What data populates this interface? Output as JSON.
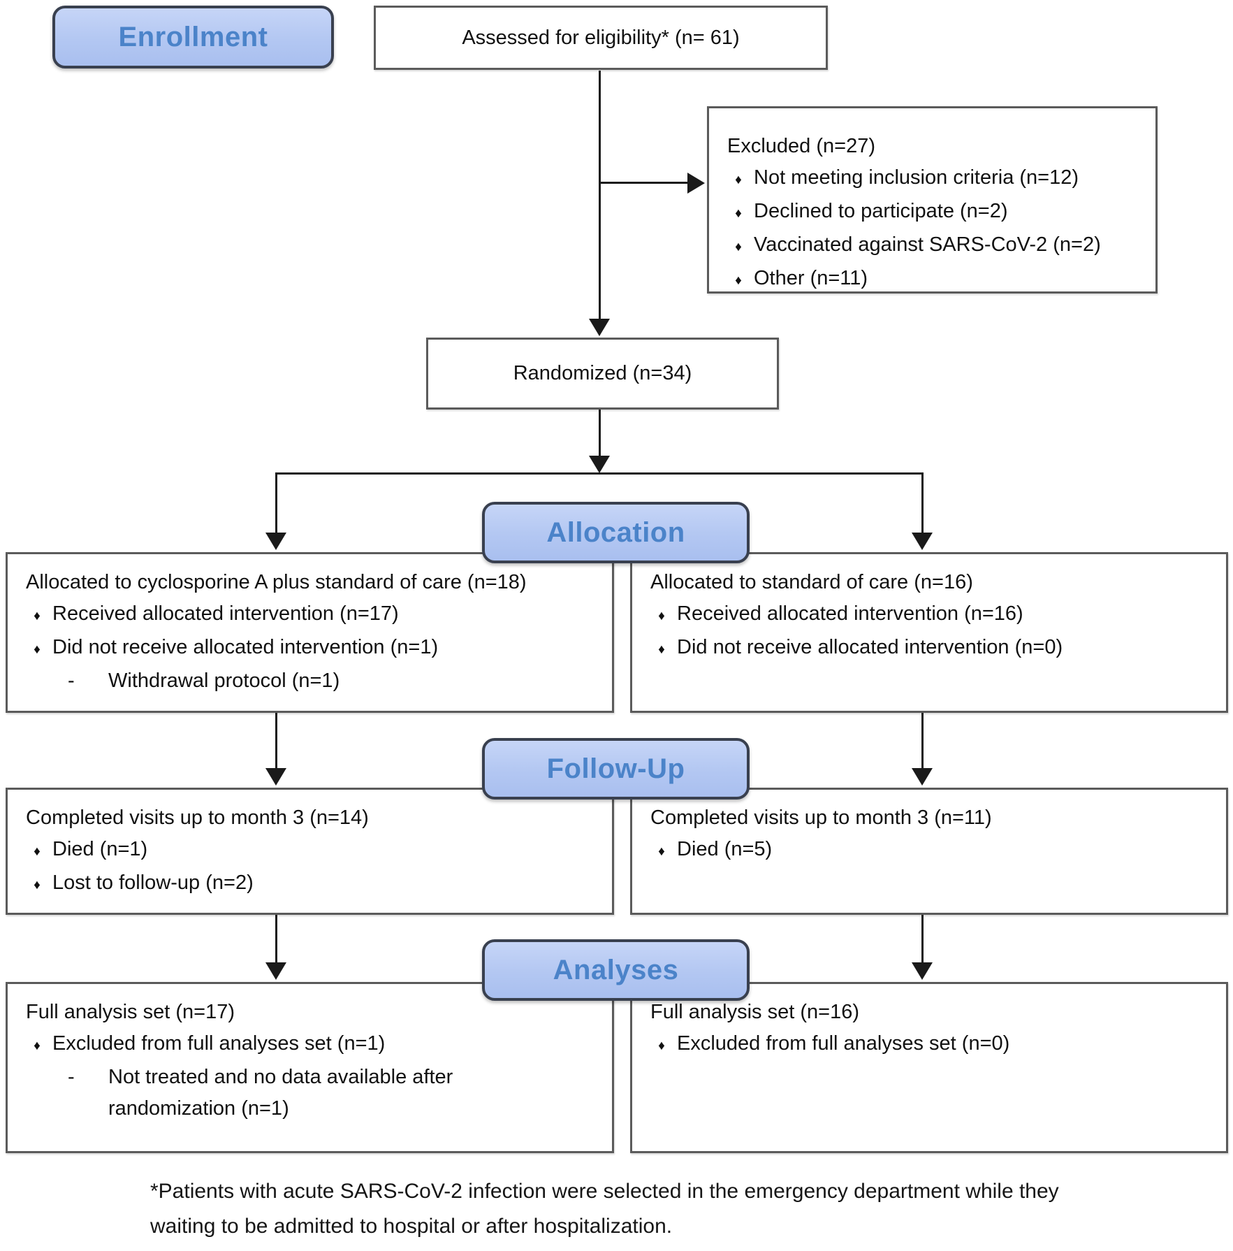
{
  "stage_labels": {
    "enrollment": "Enrollment",
    "allocation": "Allocation",
    "followup": "Follow-Up",
    "analyses": "Analyses"
  },
  "boxes": {
    "assessed": {
      "text": "Assessed for eligibility* (n= 61)"
    },
    "excluded": {
      "title": "Excluded (n=27)",
      "items": [
        {
          "text": "Not meeting inclusion criteria (n=12)",
          "style": "bullet"
        },
        {
          "text": "Declined to participate (n=2)",
          "style": "bullet"
        },
        {
          "text": "Vaccinated against SARS-CoV-2 (n=2)",
          "style": "bullet"
        },
        {
          "text": "Other (n=11)",
          "style": "bullet"
        }
      ]
    },
    "randomized": {
      "text": "Randomized (n=34)"
    },
    "allocation_left": {
      "title": "Allocated to cyclosporine A plus standard of care (n=18)",
      "items": [
        {
          "text": "Received allocated intervention (n=17)",
          "style": "bullet"
        },
        {
          "text": "Did not receive allocated intervention (n=1)",
          "style": "bullet"
        },
        {
          "text": "Withdrawal protocol (n=1)",
          "style": "dash"
        }
      ]
    },
    "allocation_right": {
      "title": "Allocated to standard of care (n=16)",
      "items": [
        {
          "text": "Received allocated intervention (n=16)",
          "style": "bullet"
        },
        {
          "text": "Did not receive allocated intervention (n=0)",
          "style": "bullet"
        }
      ]
    },
    "followup_left": {
      "title": "Completed visits up to month 3 (n=14)",
      "items": [
        {
          "text": "Died (n=1)",
          "style": "bullet"
        },
        {
          "text": "Lost to follow-up (n=2)",
          "style": "bullet"
        }
      ]
    },
    "followup_right": {
      "title": "Completed visits up to month 3 (n=11)",
      "items": [
        {
          "text": "Died (n=5)",
          "style": "bullet"
        }
      ]
    },
    "analysis_left": {
      "title": "Full analysis set (n=17)",
      "items": [
        {
          "text": "Excluded from full analyses set (n=1)",
          "style": "bullet"
        },
        {
          "text": "Not treated and no data available after randomization (n=1)",
          "style": "dash"
        }
      ]
    },
    "analysis_right": {
      "title": "Full analysis set (n=16)",
      "items": [
        {
          "text": "Excluded from full analyses set (n=0)",
          "style": "bullet"
        }
      ]
    }
  },
  "footnote": {
    "line1": "*Patients with acute SARS-CoV-2 infection were selected in the emergency department while they",
    "line2": "waiting to be admitted to hospital or after hospitalization."
  },
  "colors": {
    "label_fill": "#b3c7f2",
    "label_border": "#39404f",
    "label_text": "#4b83c9",
    "box_border": "#5b5b5b",
    "line": "#1a1a1a",
    "bullet_glyph": "♦"
  }
}
